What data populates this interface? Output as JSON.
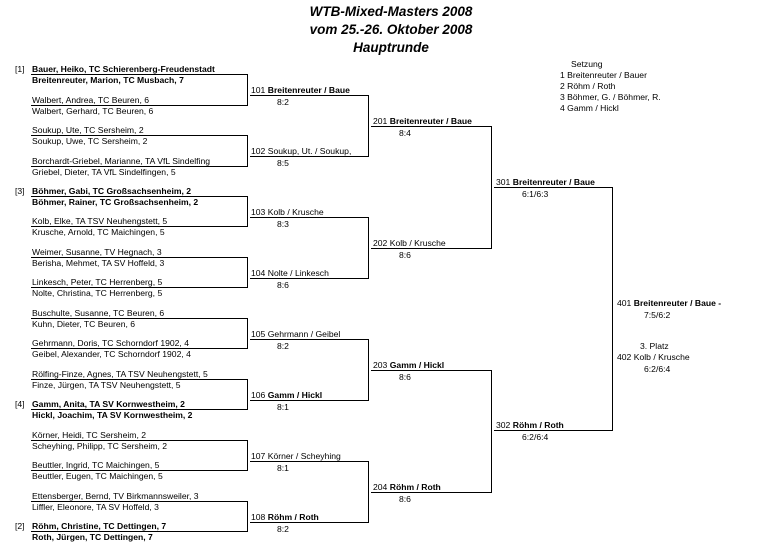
{
  "header": {
    "line1": "WTB-Mixed-Masters 2008",
    "line2": "vom 25.-26. Oktober 2008",
    "line3": "Hauptrunde"
  },
  "setzung": {
    "title": "Setzung",
    "items": [
      "1  Breitenreuter / Bauer",
      "2  Röhm / Roth",
      "3  Böhmer, G. / Böhmer, R.",
      "4  Gamm / Hickl"
    ]
  },
  "entries": {
    "e1": {
      "seed": "[1]",
      "p1": "Bauer, Heiko, TC Schierenberg-Freudenstadt",
      "p2": "Breitenreuter, Marion, TC Musbach, 7"
    },
    "e2": {
      "p1": "Walbert, Andrea, TC Beuren, 6",
      "p2": "Walbert, Gerhard, TC Beuren, 6"
    },
    "e3": {
      "p1": "Soukup, Ute, TC Sersheim, 2",
      "p2": "Soukup, Uwe, TC Sersheim, 2"
    },
    "e4": {
      "p1": "Borchardt-Griebel, Marianne, TA VfL Sindelfing",
      "p2": "Griebel, Dieter, TA VfL Sindelfingen, 5"
    },
    "e5": {
      "seed": "[3]",
      "p1": "Böhmer, Gabi, TC Großsachsenheim, 2",
      "p2": "Böhmer, Rainer, TC Großsachsenheim, 2"
    },
    "e6": {
      "p1": "Kolb, Elke, TA TSV Neuhengstett, 5",
      "p2": "Krusche, Arnold, TC Maichingen, 5"
    },
    "e7": {
      "p1": "Weimer, Susanne, TV Hegnach, 3",
      "p2": "Berisha, Mehmet, TA SV Hoffeld, 3"
    },
    "e8": {
      "p1": "Linkesch, Peter, TC Herrenberg, 5",
      "p2": "Nolte, Christina, TC Herrenberg, 5"
    },
    "e9": {
      "p1": "Buschulte, Susanne, TC Beuren, 6",
      "p2": "Kuhn, Dieter, TC Beuren, 6"
    },
    "e10": {
      "p1": "Gehrmann, Doris, TC Schorndorf 1902, 4",
      "p2": "Geibel, Alexander, TC Schorndorf 1902, 4"
    },
    "e11": {
      "p1": "Rölfing-Finze, Agnes, TA TSV Neuhengstett, 5",
      "p2": "Finze, Jürgen, TA TSV Neuhengstett, 5"
    },
    "e12": {
      "seed": "[4]",
      "p1": "Gamm, Anita, TA SV Kornwestheim, 2",
      "p2": "Hickl, Joachim, TA SV Kornwestheim, 2"
    },
    "e13": {
      "p1": "Körner, Heidi, TC Sersheim, 2",
      "p2": "Scheyhing, Philipp, TC Sersheim, 2"
    },
    "e14": {
      "p1": "Beuttler, Ingrid, TC Maichingen, 5",
      "p2": "Beuttler, Eugen, TC Maichingen, 5"
    },
    "e15": {
      "p1": "Ettensberger, Bernd, TV Birkmannsweiler, 3",
      "p2": "Liffler, Eleonore, TA SV Hoffeld, 3"
    },
    "e16": {
      "seed": "[2]",
      "p1": "Röhm, Christine, TC Dettingen, 7",
      "p2": "Roth, Jürgen, TC Dettingen, 7"
    }
  },
  "matches": {
    "m101": {
      "num": "101",
      "winner": "Breitenreuter / Baue",
      "score": "8:2"
    },
    "m102": {
      "num": "102",
      "winner": "Soukup, Ut. / Soukup,",
      "score": "8:5"
    },
    "m103": {
      "num": "103",
      "winner": "Kolb / Krusche",
      "score": "8:3"
    },
    "m104": {
      "num": "104",
      "winner": "Nolte / Linkesch",
      "score": "8:6"
    },
    "m105": {
      "num": "105",
      "winner": "Gehrmann / Geibel",
      "score": "8:2"
    },
    "m106": {
      "num": "106",
      "winner": "Gamm / Hickl",
      "score": "8:1"
    },
    "m107": {
      "num": "107",
      "winner": "Körner / Scheyhing",
      "score": "8:1"
    },
    "m108": {
      "num": "108",
      "winner": "Röhm / Roth",
      "score": "8:2"
    },
    "m201": {
      "num": "201",
      "winner": "Breitenreuter / Baue",
      "score": "8:4"
    },
    "m202": {
      "num": "202",
      "winner": "Kolb / Krusche",
      "score": "8:6"
    },
    "m203": {
      "num": "203",
      "winner": "Gamm / Hickl",
      "score": "8:6"
    },
    "m204": {
      "num": "204",
      "winner": "Röhm / Roth",
      "score": "8:6"
    },
    "m301": {
      "num": "301",
      "winner": "Breitenreuter / Baue",
      "score": "6:1/6:3"
    },
    "m302": {
      "num": "302",
      "winner": "Röhm / Roth",
      "score": "6:2/6:4"
    },
    "m401": {
      "num": "401",
      "winner": "Breitenreuter / Baue -",
      "score": "7:5/6:2"
    },
    "place3": {
      "label": "3. Platz"
    },
    "m402": {
      "num": "402",
      "winner": "Kolb / Krusche",
      "score": "6:2/6:4"
    }
  }
}
